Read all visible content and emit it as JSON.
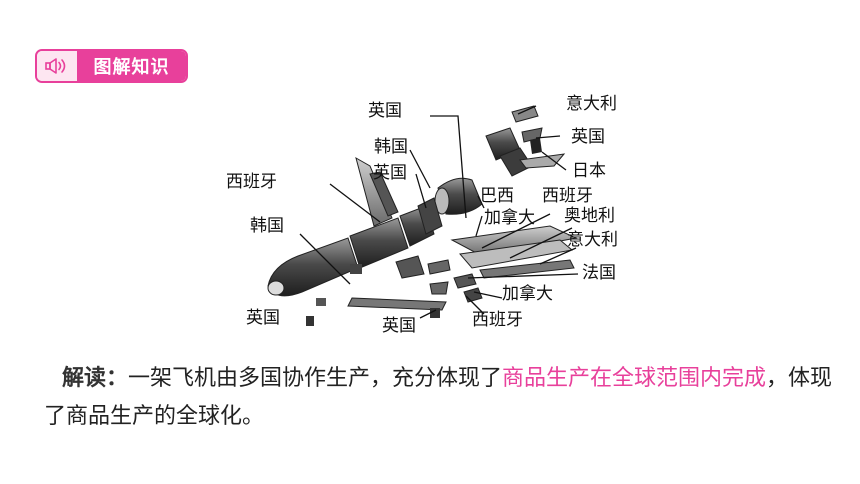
{
  "badge": {
    "icon": "speaker-icon",
    "label": "图解知识",
    "color": "#e8409b"
  },
  "diagram": {
    "labels": [
      {
        "id": "l1",
        "text": "英国"
      },
      {
        "id": "l2",
        "text": "意大利"
      },
      {
        "id": "l3",
        "text": "韩国"
      },
      {
        "id": "l4",
        "text": "英国"
      },
      {
        "id": "l5",
        "text": "英国"
      },
      {
        "id": "l6",
        "text": "西班牙"
      },
      {
        "id": "l7",
        "text": "日本"
      },
      {
        "id": "l8",
        "text": "巴西"
      },
      {
        "id": "l9",
        "text": "西班牙"
      },
      {
        "id": "l10",
        "text": "加拿大"
      },
      {
        "id": "l11",
        "text": "奥地利"
      },
      {
        "id": "l12",
        "text": "韩国"
      },
      {
        "id": "l13",
        "text": "意大利"
      },
      {
        "id": "l14",
        "text": "法国"
      },
      {
        "id": "l15",
        "text": "加拿大"
      },
      {
        "id": "l16",
        "text": "英国"
      },
      {
        "id": "l17",
        "text": "西班牙"
      },
      {
        "id": "l18",
        "text": "英国"
      }
    ]
  },
  "explanation": {
    "lead": "解读：",
    "text1": "一架飞机由多国协作生产，充分体现了",
    "highlight": "商品生产在全球范围内完成",
    "text2": "，体现了商品生产的全球化。",
    "highlight_color": "#e8409b"
  }
}
